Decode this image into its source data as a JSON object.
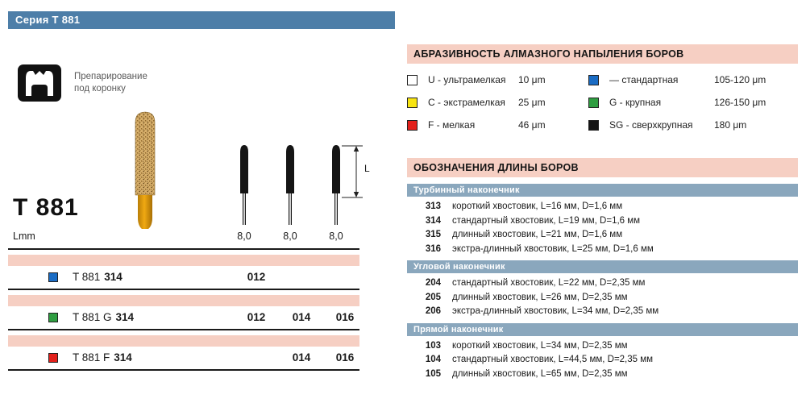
{
  "series_header": "Серия Т 881",
  "product": {
    "application_line1": "Препарирование",
    "application_line2": "под коронку",
    "model": "T 881",
    "length_unit": "Lmm",
    "dim_label": "L",
    "tip_sizes": [
      "8,0",
      "8,0",
      "8,0"
    ],
    "variants": [
      {
        "swatch_color": "#1a6cc4",
        "name": "T 881",
        "shank": "314",
        "size_012": "012",
        "size_014": "",
        "size_016": ""
      },
      {
        "swatch_color": "#2f9e41",
        "name": "T 881 G",
        "shank": "314",
        "size_012": "012",
        "size_014": "014",
        "size_016": "016"
      },
      {
        "swatch_color": "#e3211c",
        "name": "T 881 F",
        "shank": "314",
        "size_012": "",
        "size_014": "014",
        "size_016": "016"
      }
    ]
  },
  "abrasiveness": {
    "title": "АБРАЗИВНОСТЬ АЛМАЗНОГО НАПЫЛЕНИЯ БОРОВ",
    "left_items": [
      {
        "swatch_color": "#ffffff",
        "label": "U - ультрамелкая",
        "value": "10 μm"
      },
      {
        "swatch_color": "#f7e412",
        "label": "C - экстрамелкая",
        "value": "25 μm"
      },
      {
        "swatch_color": "#e3211c",
        "label": "F - мелкая",
        "value": "46 μm"
      }
    ],
    "right_items": [
      {
        "swatch_color": "#1a6cc4",
        "label": "— стандартная",
        "value": "105-120 μm"
      },
      {
        "swatch_color": "#2f9e41",
        "label": "G - крупная",
        "value": "126-150 μm"
      },
      {
        "swatch_color": "#141414",
        "label": "SG - сверхкрупная",
        "value": "180 μm"
      }
    ]
  },
  "length_codes": {
    "title": "ОБОЗНАЧЕНИЯ ДЛИНЫ БОРОВ",
    "sections": [
      {
        "title": "Турбинный наконечник",
        "rows": [
          {
            "code": "313",
            "desc": "короткий хвостовик, L=16 мм, D=1,6 мм"
          },
          {
            "code": "314",
            "desc": "стандартный хвостовик, L=19 мм, D=1,6 мм"
          },
          {
            "code": "315",
            "desc": "длинный хвостовик, L=21 мм, D=1,6 мм"
          },
          {
            "code": "316",
            "desc": "экстра-длинный хвостовик, L=25 мм, D=1,6 мм"
          }
        ]
      },
      {
        "title": "Угловой наконечник",
        "rows": [
          {
            "code": "204",
            "desc": "стандартный хвостовик, L=22 мм, D=2,35 мм"
          },
          {
            "code": "205",
            "desc": "длинный хвостовик, L=26 мм, D=2,35 мм"
          },
          {
            "code": "206",
            "desc": "экстра-длинный хвостовик, L=34 мм, D=2,35 мм"
          }
        ]
      },
      {
        "title": "Прямой наконечник",
        "rows": [
          {
            "code": "103",
            "desc": "короткий хвостовик, L=34 мм, D=2,35 мм"
          },
          {
            "code": "104",
            "desc": "стандартный хвостовик, L=44,5 мм, D=2,35 мм"
          },
          {
            "code": "105",
            "desc": "длинный хвостовик, L=65 мм, D=2,35 мм"
          }
        ]
      }
    ]
  },
  "colors": {
    "series_bar": "#4d7ea8",
    "section_header_bg": "#f6cfc3",
    "subsection_bar_bg": "#8aa7bd"
  }
}
